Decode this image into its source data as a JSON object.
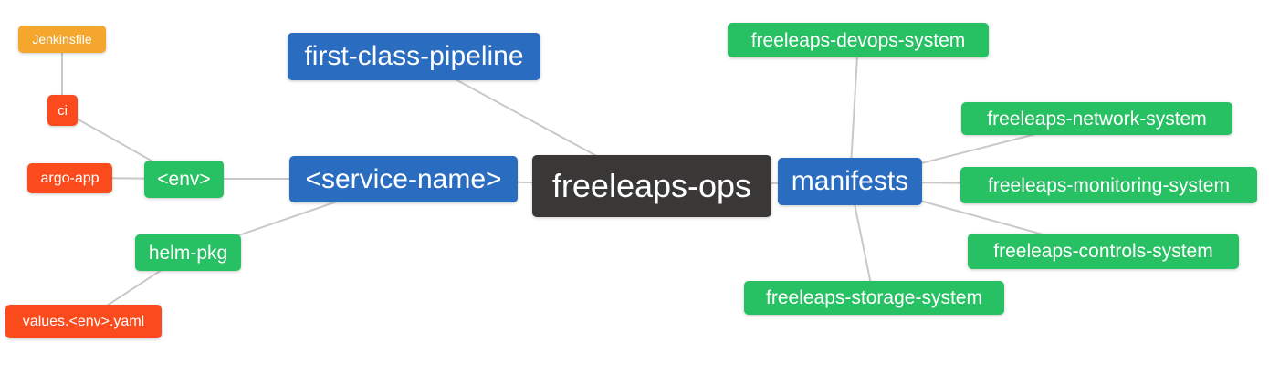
{
  "diagram": {
    "type": "mindmap",
    "root": "freeleaps-ops",
    "background": "#ffffff",
    "colors": {
      "root_dark": "#3a3737",
      "branch_blue": "#2a6cc0",
      "leaf_green": "#27c163",
      "leaf_red": "#fb4a1c",
      "leaf_orange": "#f5a62c",
      "edge_gray": "#c9c9c9",
      "node_text": "#ffffff"
    },
    "nodes": {
      "jenkinsfile": {
        "label": "Jenkinsfile",
        "color": "orange"
      },
      "ci": {
        "label": "ci",
        "color": "red"
      },
      "argo_app": {
        "label": "argo-app",
        "color": "red"
      },
      "env": {
        "label": "<env>",
        "color": "green"
      },
      "helm_pkg": {
        "label": "helm-pkg",
        "color": "green"
      },
      "values_env_yaml": {
        "label": "values.<env>.yaml",
        "color": "red"
      },
      "first_class_pipeline": {
        "label": "first-class-pipeline",
        "color": "blue"
      },
      "service_name": {
        "label": "<service-name>",
        "color": "blue"
      },
      "freeleaps_ops": {
        "label": "freeleaps-ops",
        "color": "dark"
      },
      "manifests": {
        "label": "manifests",
        "color": "blue"
      },
      "devops_system": {
        "label": "freeleaps-devops-system",
        "color": "green"
      },
      "network_system": {
        "label": "freeleaps-network-system",
        "color": "green"
      },
      "monitoring_system": {
        "label": "freeleaps-monitoring-system",
        "color": "green"
      },
      "controls_system": {
        "label": "freeleaps-controls-system",
        "color": "green"
      },
      "storage_system": {
        "label": "freeleaps-storage-system",
        "color": "green"
      }
    },
    "edges": [
      [
        "jenkinsfile",
        "ci"
      ],
      [
        "ci",
        "env"
      ],
      [
        "argo_app",
        "env"
      ],
      [
        "env",
        "service_name"
      ],
      [
        "helm_pkg",
        "service_name"
      ],
      [
        "helm_pkg",
        "values_env_yaml"
      ],
      [
        "first_class_pipeline",
        "freeleaps_ops"
      ],
      [
        "service_name",
        "freeleaps_ops"
      ],
      [
        "freeleaps_ops",
        "manifests"
      ],
      [
        "manifests",
        "devops_system"
      ],
      [
        "manifests",
        "network_system"
      ],
      [
        "manifests",
        "monitoring_system"
      ],
      [
        "manifests",
        "controls_system"
      ],
      [
        "manifests",
        "storage_system"
      ]
    ]
  }
}
